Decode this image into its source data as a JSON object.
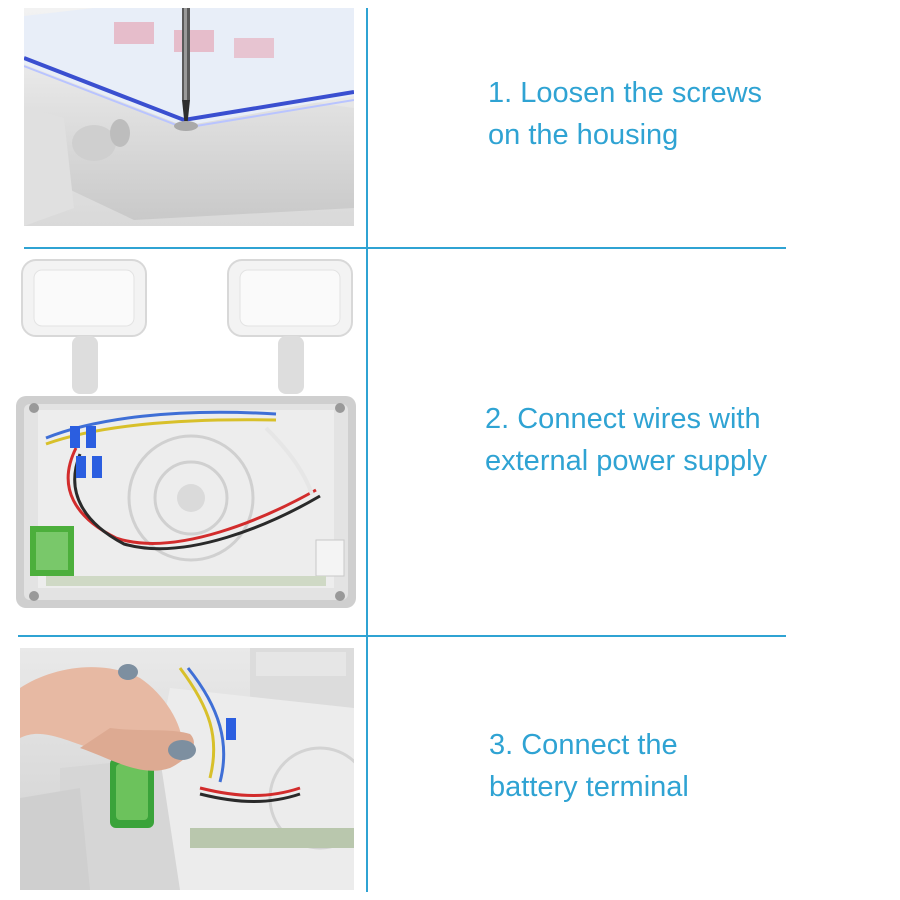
{
  "steps": [
    {
      "line1": "1. Loosen the screws",
      "line2": "on the housing",
      "image": "screwdriver-housing-photo"
    },
    {
      "line1": "2. Connect wires with",
      "line2": "external power supply",
      "image": "open-wiring-photo"
    },
    {
      "line1": "3. Connect the",
      "line2": "battery terminal",
      "image": "battery-terminal-photo"
    }
  ],
  "colors": {
    "accent": "#2fa3d3",
    "background": "#ffffff"
  }
}
